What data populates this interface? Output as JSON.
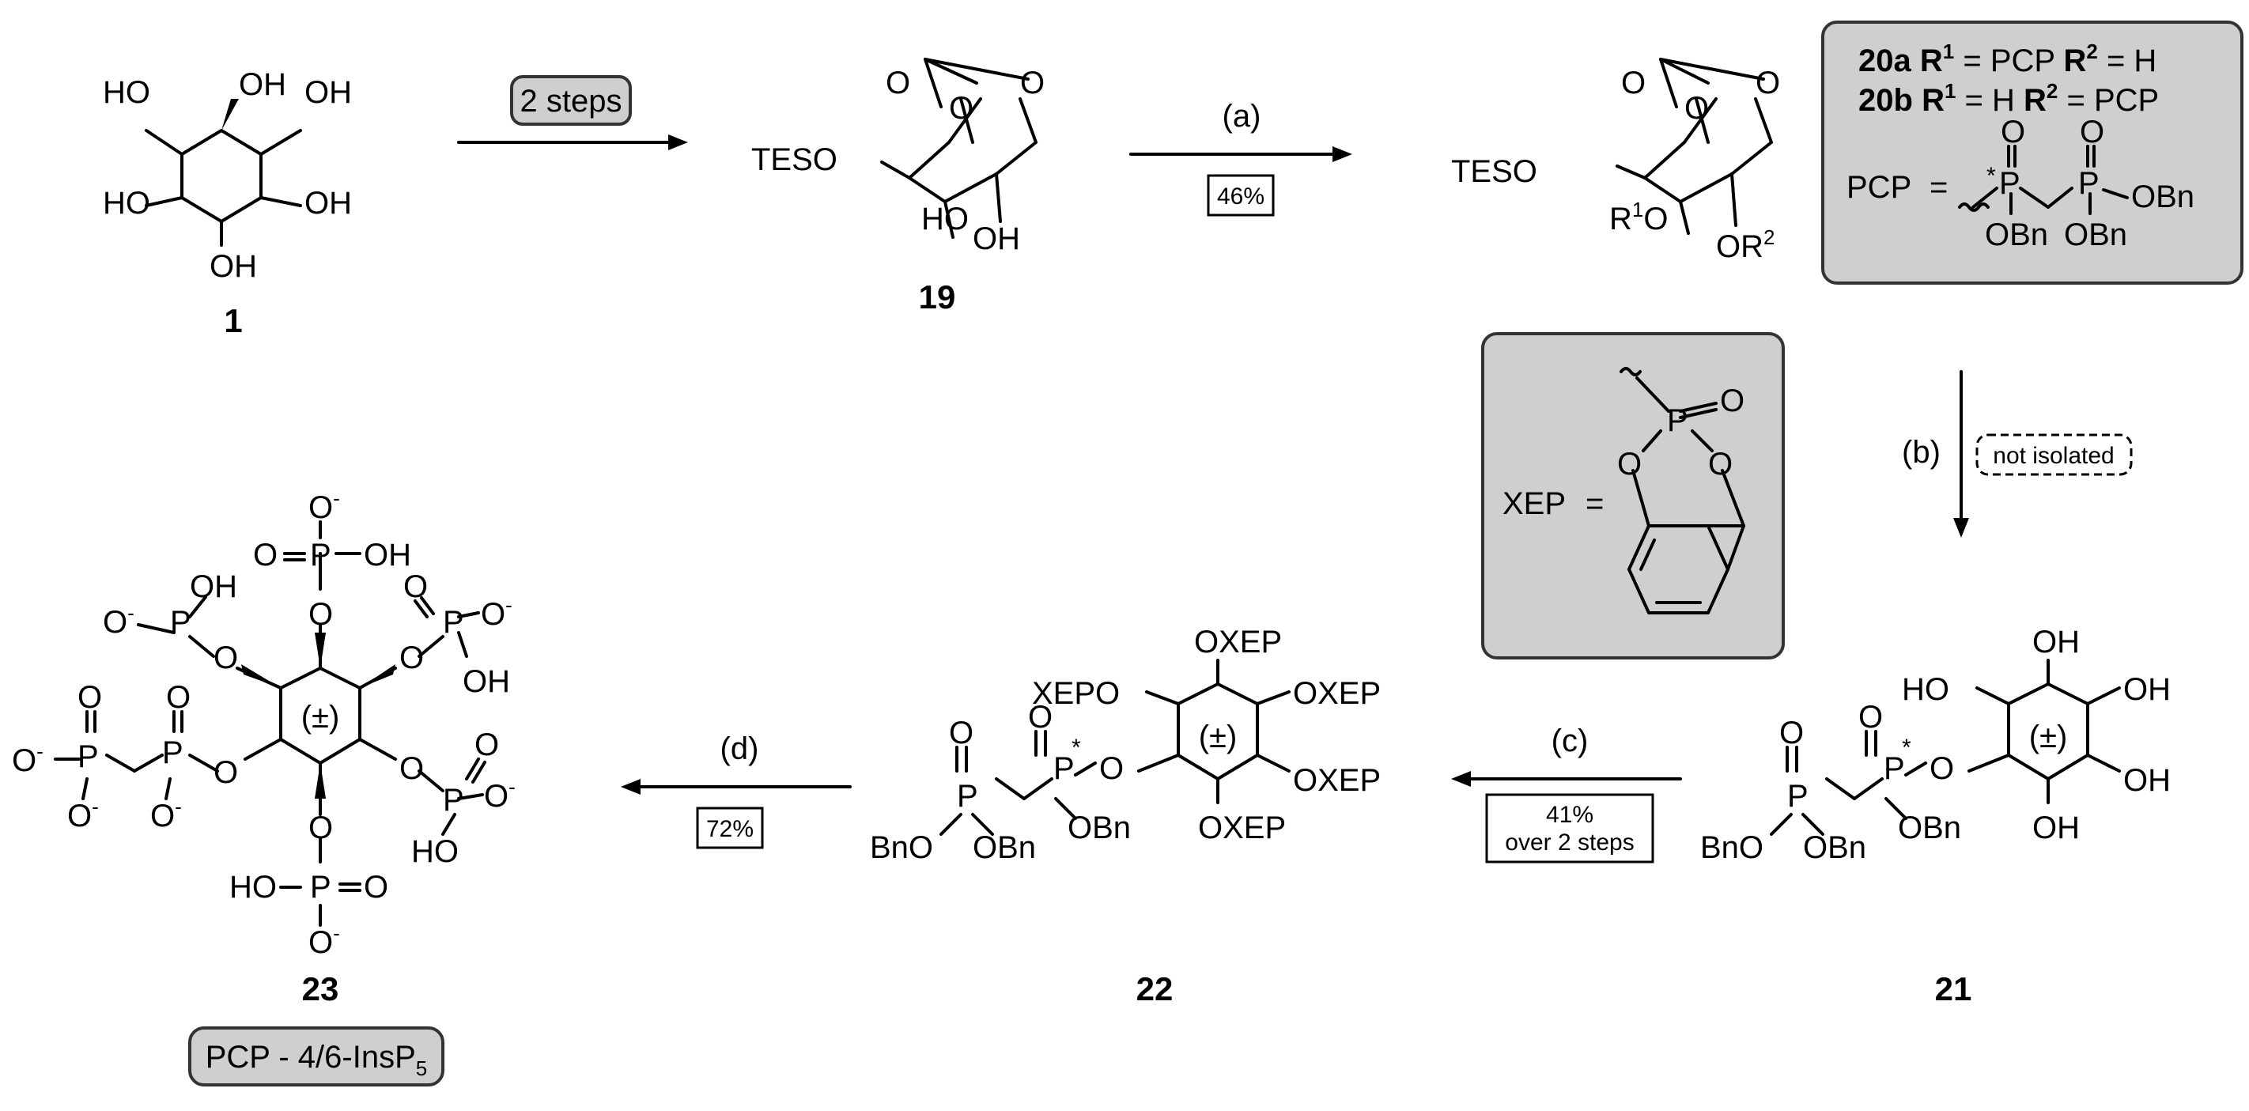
{
  "compounds": {
    "c1": {
      "label": "1",
      "substituents": [
        "OH",
        "HO",
        "OH",
        "HO",
        "OH",
        "OH"
      ]
    },
    "c19": {
      "label": "19",
      "teso": "TESO",
      "oh1": "HO",
      "oh2": "OH",
      "o": "O"
    },
    "c20": {
      "teso": "TESO",
      "r1o": "R",
      "r1sup": "1",
      "r1o_o": "O",
      "or2": "OR",
      "or2sup": "2"
    },
    "c21": {
      "label": "21",
      "substituents": [
        "OH",
        "HO",
        "OH",
        "OH",
        "OH"
      ],
      "center": "(±)",
      "bno": "BnO",
      "obn1": "OBn",
      "obn2": "OBn",
      "o": "O",
      "p": "P",
      "star": "*"
    },
    "c22": {
      "label": "22",
      "substituents": [
        "OXEP",
        "XEPO",
        "OXEP",
        "OXEP",
        "OXEP"
      ],
      "center": "(±)",
      "bno": "BnO",
      "obn1": "OBn",
      "obn2": "OBn",
      "o": "O",
      "p": "P",
      "star": "*"
    },
    "c23": {
      "label": "23",
      "center": "(±)",
      "name": "PCP - 4/6-InsP",
      "name_sub": "5",
      "o_minus": "O",
      "minus": "-",
      "oh": "OH",
      "ho": "HO",
      "p": "P",
      "o": "O"
    }
  },
  "arrows": {
    "step1": {
      "label": "2 steps"
    },
    "a": {
      "label": "(a)",
      "yield": "46%"
    },
    "b": {
      "label": "(b)",
      "note": "not isolated"
    },
    "c": {
      "label": "(c)",
      "yield_line1": "41%",
      "yield_line2": "over 2 steps"
    },
    "d": {
      "label": "(d)",
      "yield": "72%"
    }
  },
  "legend_box": {
    "line1_name": "20a",
    "line1_r1": "R",
    "line1_r1sup": "1",
    "line1_eq1": " = PCP ",
    "line1_r2": "R",
    "line1_r2sup": "2",
    "line1_eq2": " = H",
    "line2_name": "20b",
    "line2_r1": "R",
    "line2_r1sup": "1",
    "line2_eq1": " = H ",
    "line2_r2": "R",
    "line2_r2sup": "2",
    "line2_eq2": " = PCP",
    "pcp": "PCP",
    "eq": "=",
    "p": "P",
    "o": "O",
    "obn": "OBn",
    "star": "*"
  },
  "xep_box": {
    "xep": "XEP",
    "eq": "=",
    "o": "O",
    "p": "P"
  },
  "colors": {
    "box_fill": "#cfcfcf",
    "box_stroke": "#333333"
  }
}
